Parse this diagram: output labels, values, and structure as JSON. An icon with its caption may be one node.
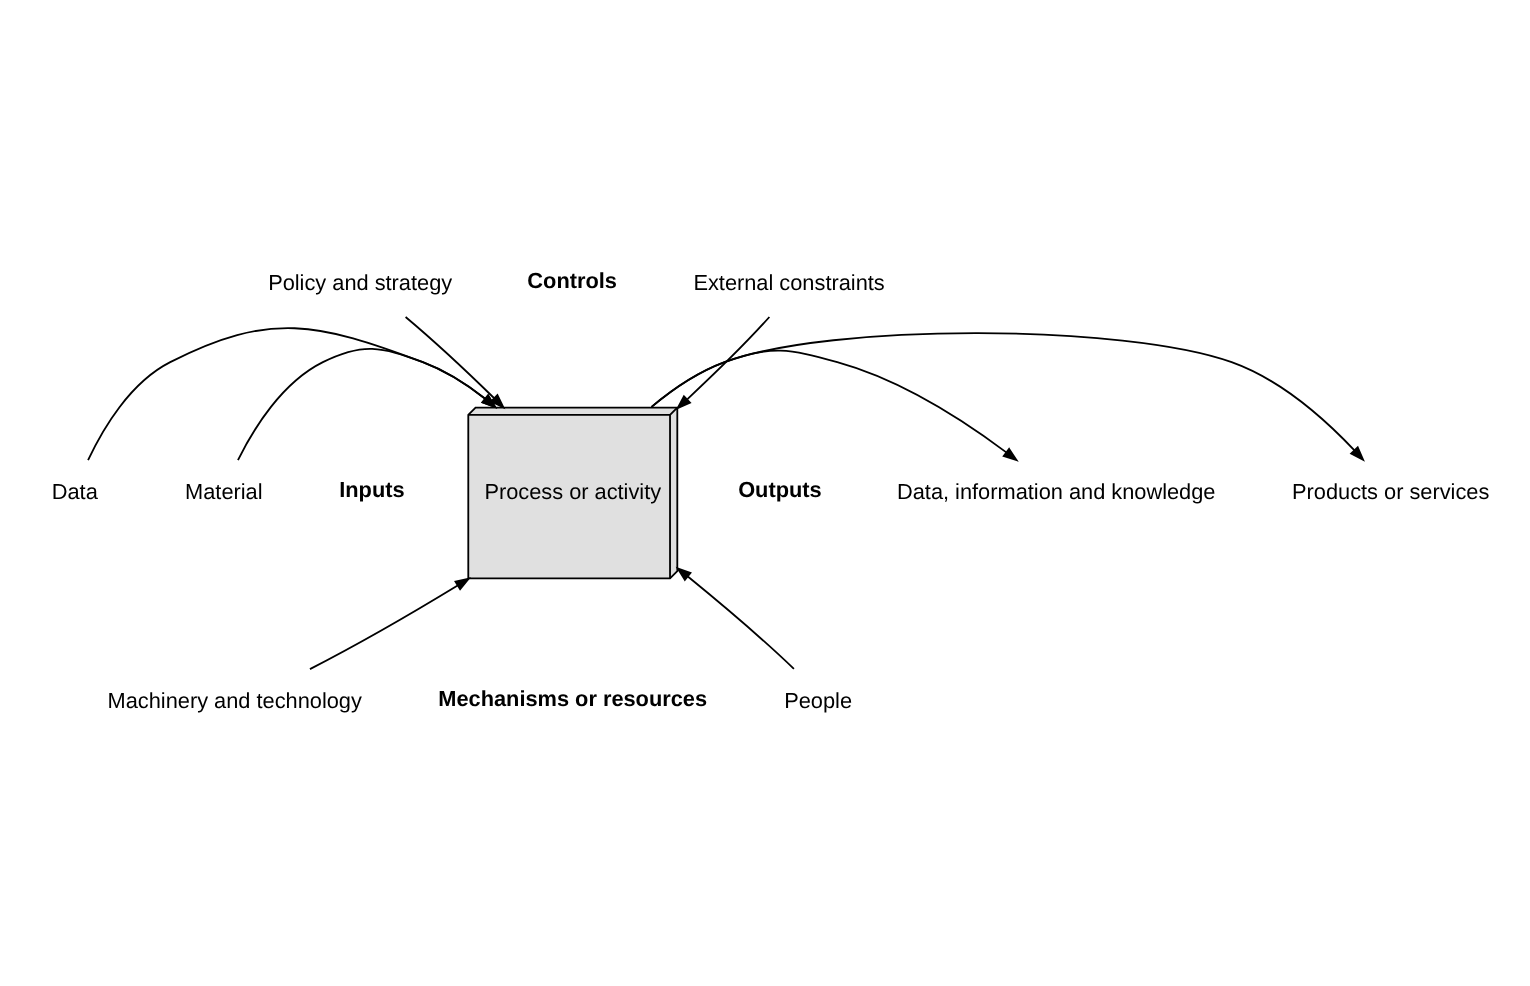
{
  "diagram": {
    "nodes": [
      {
        "text": [
          "Process or activity"
        ]
      },
      {
        "text": [
          "Policy and strategy"
        ]
      },
      {
        "text": [
          "External constraints"
        ]
      },
      {
        "text": [
          "Data"
        ]
      },
      {
        "text": [
          "Material"
        ]
      },
      {
        "text": [
          "Data, information and knowledge"
        ]
      },
      {
        "text": [
          "Products or services"
        ]
      },
      {
        "text": [
          "Machinery and technology"
        ]
      },
      {
        "text": [
          "People"
        ]
      }
    ],
    "edges": [
      {
        "from": 1,
        "to": 0,
        "arrow": "to"
      },
      {
        "from": 2,
        "to": 0,
        "arrow": "to"
      },
      {
        "from": 3,
        "to": 0,
        "arrow": "to"
      },
      {
        "from": 4,
        "to": 0,
        "arrow": "to"
      },
      {
        "from": 0,
        "to": 5,
        "arrow": "to"
      },
      {
        "from": 0,
        "to": 6,
        "arrow": "to"
      },
      {
        "from": 7,
        "to": 0,
        "arrow": "to"
      },
      {
        "from": 8,
        "to": 0,
        "arrow": "to"
      }
    ],
    "labels": [
      "Controls",
      "Inputs",
      "Outputs",
      "Mechanisms or resources"
    ]
  }
}
